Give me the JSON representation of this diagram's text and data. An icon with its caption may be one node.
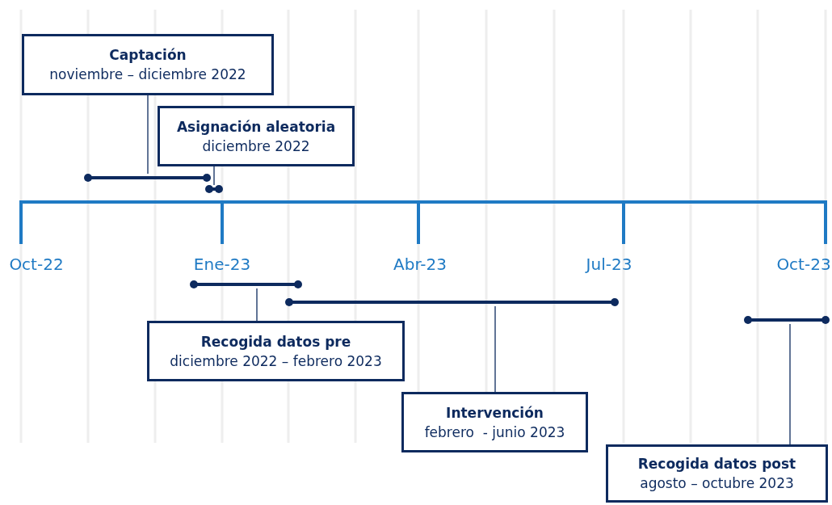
{
  "diagram": {
    "nodes": [
      {
        "text": [
          "Captación",
          "noviembre – diciembre 2022"
        ]
      },
      {
        "text": [
          "Asignación aleatoria",
          "diciembre 2022"
        ]
      },
      {
        "text": [
          "Recogida datos pre",
          "diciembre 2022 – febrero 2023"
        ]
      },
      {
        "text": [
          "Intervención",
          "febrero  - junio 2023"
        ]
      },
      {
        "text": [
          "Recogida datos post",
          "agosto – octubre 2023"
        ]
      },
      {
        "text": [],
        "shape": "bar"
      },
      {
        "text": [],
        "shape": "bar"
      },
      {
        "text": [],
        "shape": "bar"
      },
      {
        "text": [],
        "shape": "bar"
      },
      {
        "text": [],
        "shape": "bar"
      }
    ],
    "edges": [
      {
        "from": 0,
        "to": 5,
        "arrow": "none"
      },
      {
        "from": 1,
        "to": 6,
        "arrow": "none"
      },
      {
        "from": 2,
        "to": 7,
        "arrow": "none"
      },
      {
        "from": 3,
        "to": 8,
        "arrow": "none"
      },
      {
        "from": 4,
        "to": 9,
        "arrow": "none"
      }
    ],
    "labels": [
      "Oct-22",
      "Ene-23",
      "Abr-23",
      "Jul-23",
      "Oct-23"
    ]
  }
}
